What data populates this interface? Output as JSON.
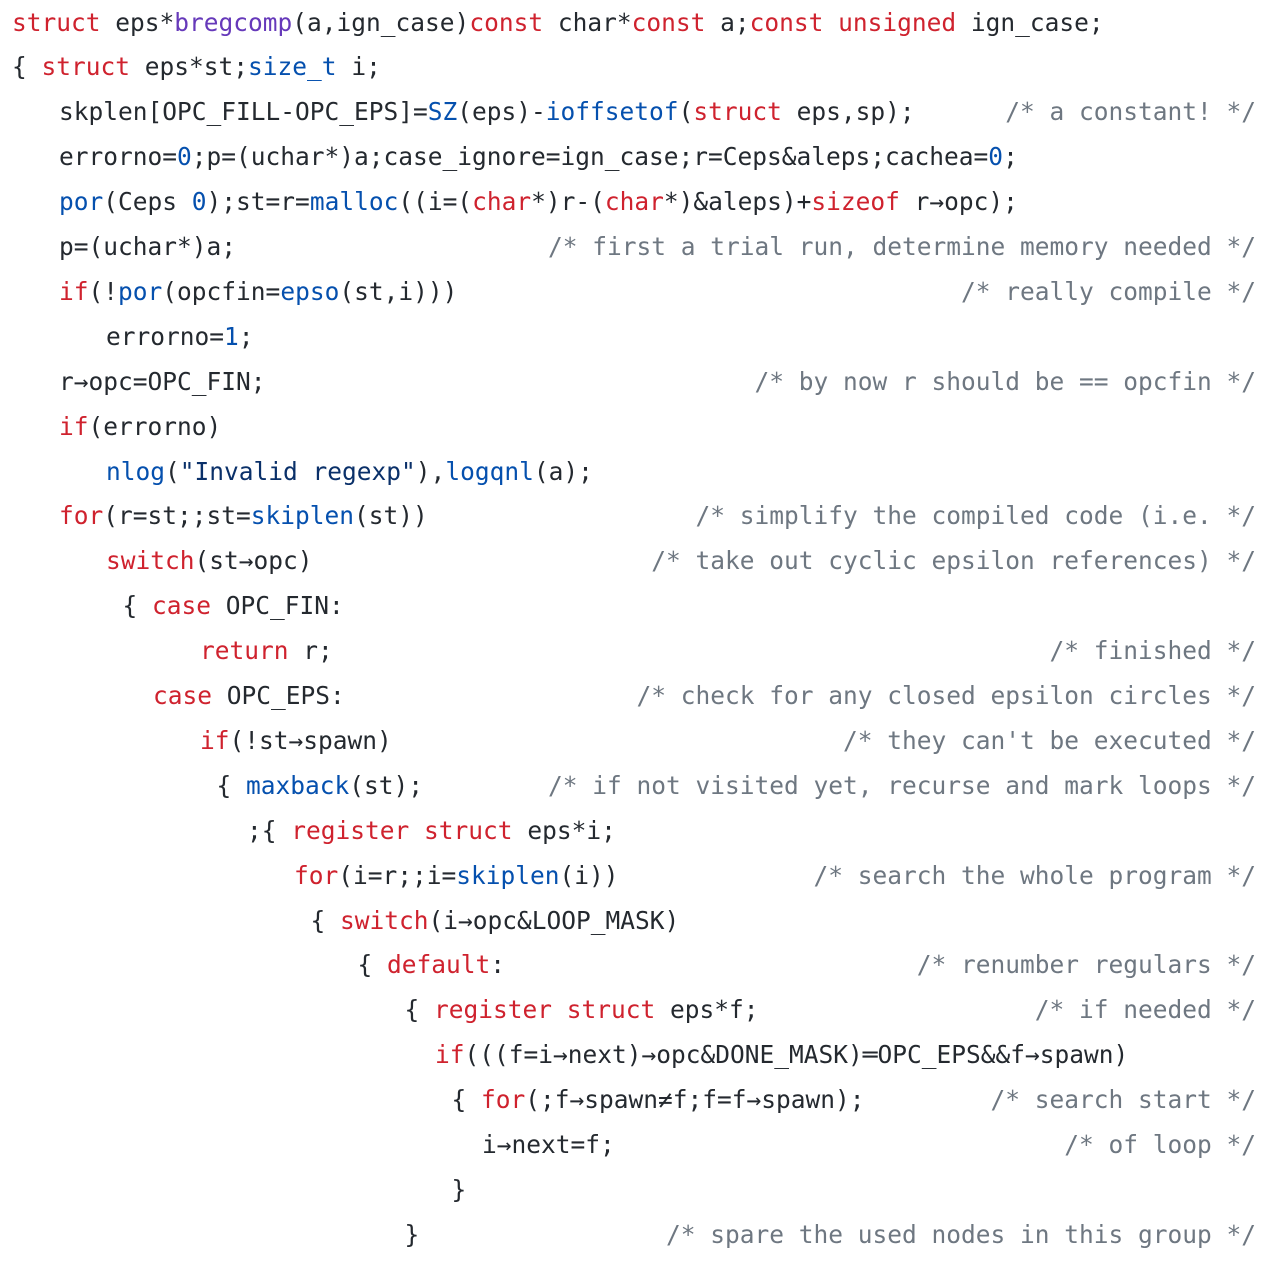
{
  "colors": {
    "keyword": "#cf222e",
    "function_name": "#6639ba",
    "call": "#0550ae",
    "number": "#0550ae",
    "string": "#0a3069",
    "plain": "#24292f",
    "comment": "#6e7781",
    "background": "#ffffff"
  },
  "lines": [
    {
      "indent": 0,
      "tokens": [
        {
          "t": "struct",
          "k": "kw"
        },
        {
          "t": " eps*"
        },
        {
          "t": "bregcomp",
          "k": "fn"
        },
        {
          "t": "(a,ign_case)"
        },
        {
          "t": "const",
          "k": "kw"
        },
        {
          "t": " char*"
        },
        {
          "t": "const",
          "k": "kw"
        },
        {
          "t": " a;"
        },
        {
          "t": "const",
          "k": "kw"
        },
        {
          "t": " "
        },
        {
          "t": "unsigned",
          "k": "kw"
        },
        {
          "t": " ign_case;"
        }
      ]
    },
    {
      "indent": 0,
      "tokens": [
        {
          "t": "{ "
        },
        {
          "t": "struct",
          "k": "kw"
        },
        {
          "t": " eps*st;"
        },
        {
          "t": "size_t",
          "k": "call"
        },
        {
          "t": " i;"
        }
      ]
    },
    {
      "indent": 1,
      "tokens": [
        {
          "t": "skplen[OPC_FILL-OPC_EPS]="
        },
        {
          "t": "SZ",
          "k": "call"
        },
        {
          "t": "(eps)-"
        },
        {
          "t": "ioffsetof",
          "k": "call"
        },
        {
          "t": "("
        },
        {
          "t": "struct",
          "k": "kw"
        },
        {
          "t": " eps,sp);"
        }
      ],
      "comment": "/* a constant! */"
    },
    {
      "indent": 1,
      "tokens": [
        {
          "t": "errorno="
        },
        {
          "t": "0",
          "k": "num"
        },
        {
          "t": ";p=(uchar*)a;case_ignore=ign_case;r=Ceps&aleps;cachea="
        },
        {
          "t": "0",
          "k": "num"
        },
        {
          "t": ";"
        }
      ]
    },
    {
      "indent": 1,
      "tokens": [
        {
          "t": "por",
          "k": "call"
        },
        {
          "t": "(Ceps "
        },
        {
          "t": "0",
          "k": "num"
        },
        {
          "t": ");st=r="
        },
        {
          "t": "malloc",
          "k": "call"
        },
        {
          "t": "((i=("
        },
        {
          "t": "char",
          "k": "kw"
        },
        {
          "t": "*)r-("
        },
        {
          "t": "char",
          "k": "kw"
        },
        {
          "t": "*)&aleps)+"
        },
        {
          "t": "sizeof",
          "k": "kw"
        },
        {
          "t": " r→opc);"
        }
      ]
    },
    {
      "indent": 1,
      "tokens": [
        {
          "t": "p=(uchar*)a;"
        }
      ],
      "comment": "/* first a trial run, determine memory needed */"
    },
    {
      "indent": 1,
      "tokens": [
        {
          "t": "if",
          "k": "kw"
        },
        {
          "t": "(!"
        },
        {
          "t": "por",
          "k": "call"
        },
        {
          "t": "(opcfin="
        },
        {
          "t": "epso",
          "k": "call"
        },
        {
          "t": "(st,i)))"
        }
      ],
      "comment": "/* really compile */"
    },
    {
      "indent": 2,
      "tokens": [
        {
          "t": "errorno="
        },
        {
          "t": "1",
          "k": "num"
        },
        {
          "t": ";"
        }
      ]
    },
    {
      "indent": 1,
      "tokens": [
        {
          "t": "r→opc=OPC_FIN;"
        }
      ],
      "comment": "/* by now r should be == opcfin */"
    },
    {
      "indent": 1,
      "tokens": [
        {
          "t": "if",
          "k": "kw"
        },
        {
          "t": "(errorno)"
        }
      ]
    },
    {
      "indent": 2,
      "tokens": [
        {
          "t": "nlog",
          "k": "call"
        },
        {
          "t": "("
        },
        {
          "t": "\"Invalid regexp\"",
          "k": "str"
        },
        {
          "t": "),"
        },
        {
          "t": "logqnl",
          "k": "call"
        },
        {
          "t": "(a);"
        }
      ]
    },
    {
      "indent": 1,
      "tokens": [
        {
          "t": "for",
          "k": "kw"
        },
        {
          "t": "(r=st;;st="
        },
        {
          "t": "skiplen",
          "k": "call"
        },
        {
          "t": "(st))"
        }
      ],
      "comment": "/* simplify the compiled code (i.e. */"
    },
    {
      "indent": 2,
      "tokens": [
        {
          "t": "switch",
          "k": "kw"
        },
        {
          "t": "(st→opc)"
        }
      ],
      "comment": "/* take out cyclic epsilon references) */"
    },
    {
      "indent": 2.35,
      "tokens": [
        {
          "t": "{ "
        },
        {
          "t": "case",
          "k": "kw"
        },
        {
          "t": " OPC_FIN:"
        }
      ]
    },
    {
      "indent": 4,
      "tokens": [
        {
          "t": "return",
          "k": "kw"
        },
        {
          "t": " r;"
        }
      ],
      "comment": "/* finished */"
    },
    {
      "indent": 3,
      "tokens": [
        {
          "t": "case",
          "k": "kw"
        },
        {
          "t": " OPC_EPS:"
        }
      ],
      "comment": "/* check for any closed epsilon circles */"
    },
    {
      "indent": 4,
      "tokens": [
        {
          "t": "if",
          "k": "kw"
        },
        {
          "t": "(!st→spawn)"
        }
      ],
      "comment": "/* they can't be executed */"
    },
    {
      "indent": 4.35,
      "tokens": [
        {
          "t": "{ "
        },
        {
          "t": "maxback",
          "k": "call"
        },
        {
          "t": "(st);"
        }
      ],
      "comment": "/* if not visited yet, recurse and mark loops */"
    },
    {
      "indent": 5,
      "tokens": [
        {
          "t": ";{ "
        },
        {
          "t": "register",
          "k": "kw"
        },
        {
          "t": " "
        },
        {
          "t": "struct",
          "k": "kw"
        },
        {
          "t": " eps*i;"
        }
      ]
    },
    {
      "indent": 6,
      "tokens": [
        {
          "t": "for",
          "k": "kw"
        },
        {
          "t": "(i=r;;i="
        },
        {
          "t": "skiplen",
          "k": "call"
        },
        {
          "t": "(i))"
        }
      ],
      "comment": "/* search the whole program */"
    },
    {
      "indent": 6.35,
      "tokens": [
        {
          "t": "{ "
        },
        {
          "t": "switch",
          "k": "kw"
        },
        {
          "t": "(i→opc&LOOP_MASK)"
        }
      ]
    },
    {
      "indent": 7.35,
      "tokens": [
        {
          "t": "{ "
        },
        {
          "t": "default",
          "k": "kw"
        },
        {
          "t": ":"
        }
      ],
      "comment": "/* renumber regulars */"
    },
    {
      "indent": 8.35,
      "tokens": [
        {
          "t": "{ "
        },
        {
          "t": "register",
          "k": "kw"
        },
        {
          "t": " "
        },
        {
          "t": "struct",
          "k": "kw"
        },
        {
          "t": " eps*f;"
        }
      ],
      "comment": "/* if needed */"
    },
    {
      "indent": 9,
      "tokens": [
        {
          "t": "if",
          "k": "kw"
        },
        {
          "t": "(((f=i→next)→opc&DONE_MASK)═OPC_EPS&&f→spawn)"
        }
      ]
    },
    {
      "indent": 9.35,
      "tokens": [
        {
          "t": "{ "
        },
        {
          "t": "for",
          "k": "kw"
        },
        {
          "t": "(;f→spawn≠f;f=f→spawn);"
        }
      ],
      "comment": "/* search start */"
    },
    {
      "indent": 10,
      "tokens": [
        {
          "t": "i→next=f;"
        }
      ],
      "comment": "/* of loop */"
    },
    {
      "indent": 9.35,
      "tokens": [
        {
          "t": "}"
        }
      ]
    },
    {
      "indent": 8.35,
      "tokens": [
        {
          "t": "}"
        }
      ],
      "comment": "/* spare the used nodes in this group */"
    }
  ]
}
